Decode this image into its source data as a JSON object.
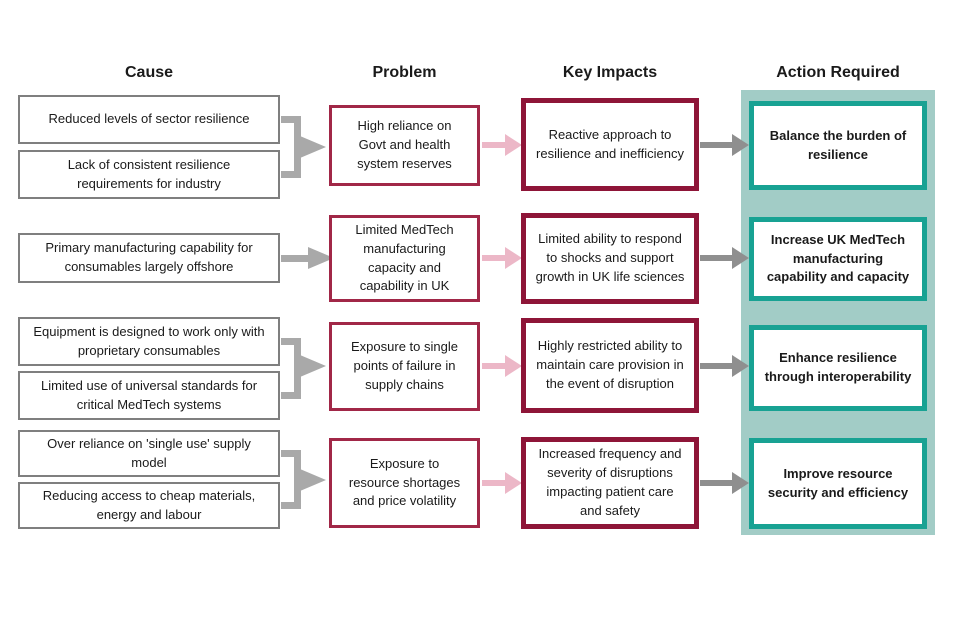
{
  "headers": {
    "cause": "Cause",
    "problem": "Problem",
    "impacts": "Key Impacts",
    "action": "Action Required"
  },
  "colors": {
    "cause_border": "#7f7f7f",
    "problem_border": "#a12747",
    "impact_border": "#8e1538",
    "action_border": "#18a293",
    "action_band_bg": "#a2ccc6",
    "arrow_gray": "#a9a9a9",
    "arrow_dark_gray": "#8f8f8f",
    "arrow_pink": "#ecb7c7",
    "text": "#1a1a1a"
  },
  "rows": [
    {
      "causes": [
        "Reduced levels of sector resilience",
        "Lack of consistent resilience requirements for industry"
      ],
      "problem": "High reliance on Govt and health system reserves",
      "impact": "Reactive approach to resilience and inefficiency",
      "action": "Balance the burden of resilience"
    },
    {
      "causes": [
        "Primary manufacturing capability for consumables largely offshore"
      ],
      "problem": "Limited MedTech manufacturing capacity and capability in UK",
      "impact": "Limited ability to respond to shocks and support growth in UK life sciences",
      "action": "Increase UK MedTech manufacturing capability and capacity"
    },
    {
      "causes": [
        "Equipment is designed to work only with proprietary consumables",
        "Limited use of universal standards for critical MedTech systems"
      ],
      "problem": "Exposure to single points of failure in supply chains",
      "impact": "Highly restricted ability to maintain care provision in the event of disruption",
      "action": "Enhance resilience through interoperability"
    },
    {
      "causes": [
        "Over reliance on 'single use' supply model",
        "Reducing access to cheap materials, energy and labour"
      ],
      "problem": "Exposure to resource shortages and price volatility",
      "impact": "Increased frequency and severity of disruptions impacting patient care and safety",
      "action": "Improve resource security and efficiency"
    }
  ]
}
